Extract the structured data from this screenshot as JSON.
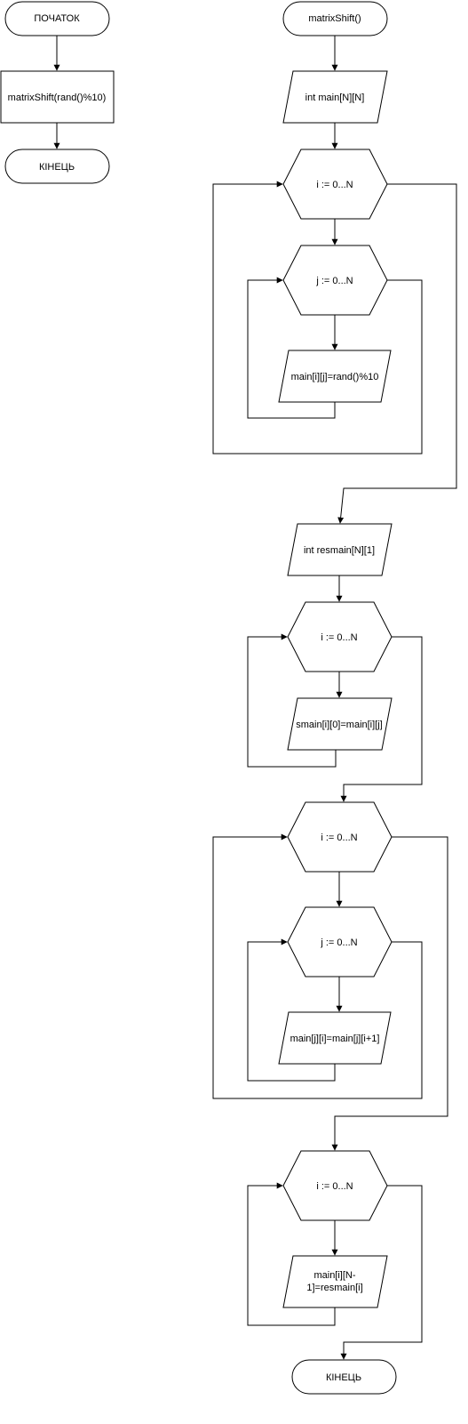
{
  "main": {
    "start": "ПОЧАТОК",
    "call": "matrixShift(rand()%10)",
    "end": "КІНЕЦЬ"
  },
  "func": {
    "name": "matrixShift()",
    "decl_main": "int main[N][N]",
    "loop1_i": "i := 0...N",
    "loop1_j": "j := 0...N",
    "assign_rand": "main[i][j]=rand()%10",
    "decl_res": "int resmain[N][1]",
    "loop2_i": "i := 0...N",
    "assign_res": "smain[i][0]=main[i][j]",
    "loop3_i": "i := 0...N",
    "loop3_j": "j := 0...N",
    "assign_shift": "main[j][i]=main[j][i+1]",
    "loop4_i": "i := 0...N",
    "assign_last_1": "main[i][N-",
    "assign_last_2": "1]=resmain[i]",
    "end": "КІНЕЦЬ"
  }
}
